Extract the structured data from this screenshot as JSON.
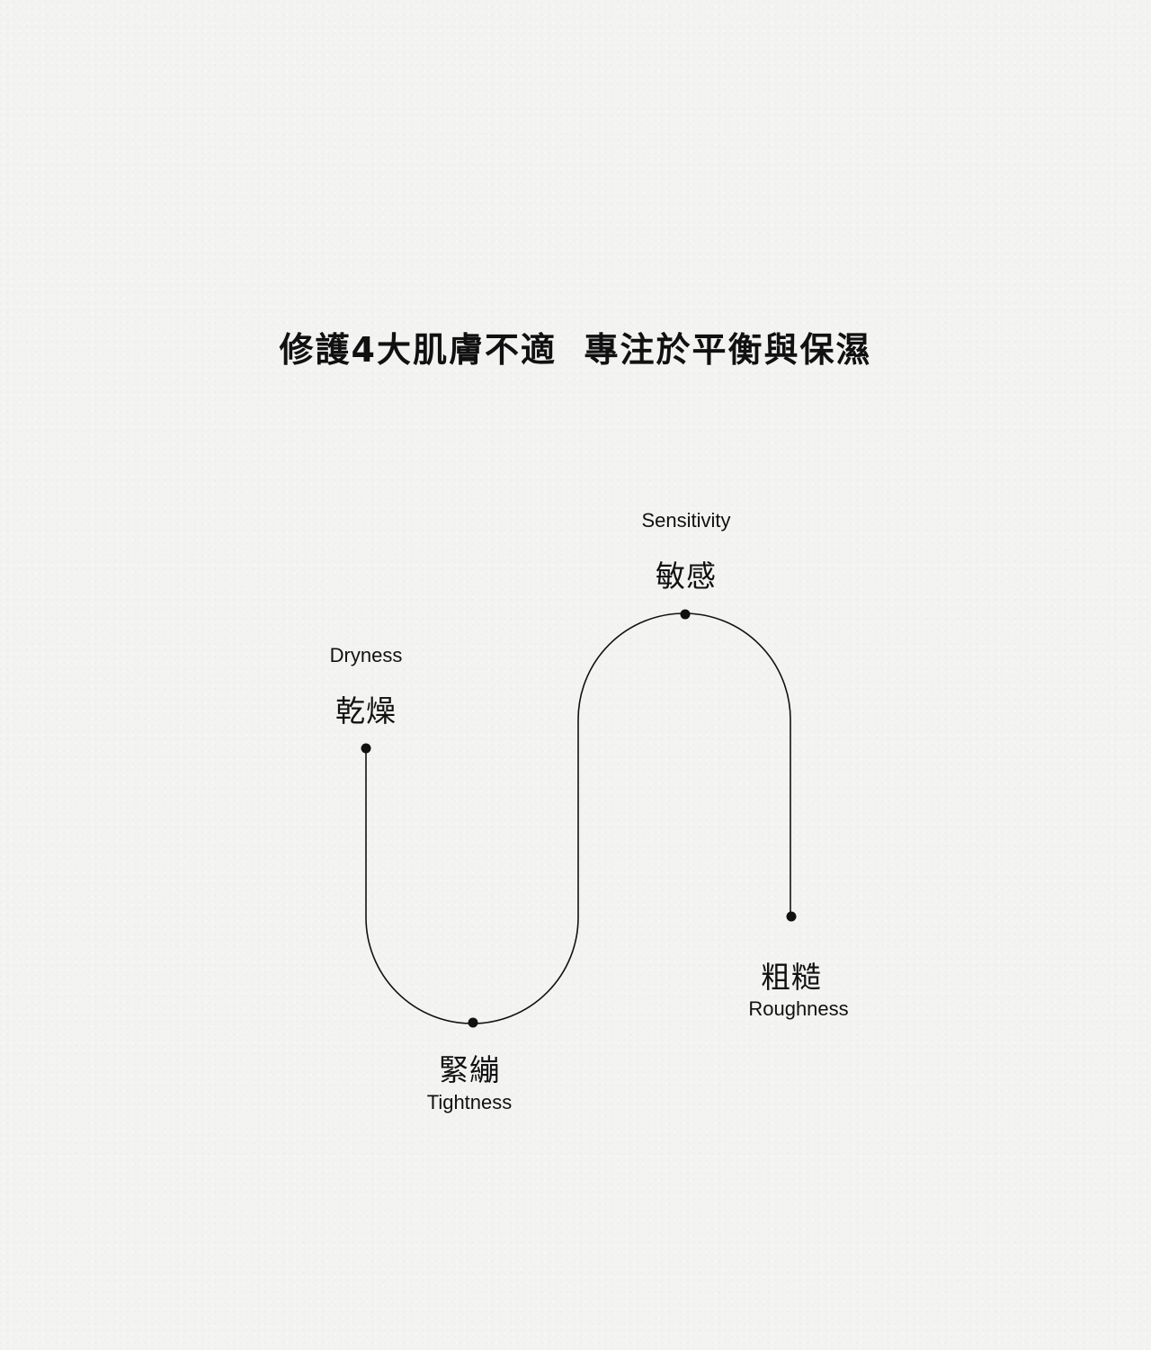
{
  "title": "修護4大肌膚不適  專注於平衡與保濕",
  "nodes": {
    "dryness": {
      "en": "Dryness",
      "zh": "乾燥"
    },
    "tightness": {
      "en": "Tightness",
      "zh": "緊繃"
    },
    "sensitivity": {
      "en": "Sensitivity",
      "zh": "敏感"
    },
    "roughness": {
      "en": "Roughness",
      "zh": "粗糙"
    }
  },
  "colors": {
    "background": "#f3f3f2",
    "ink": "#111111"
  }
}
